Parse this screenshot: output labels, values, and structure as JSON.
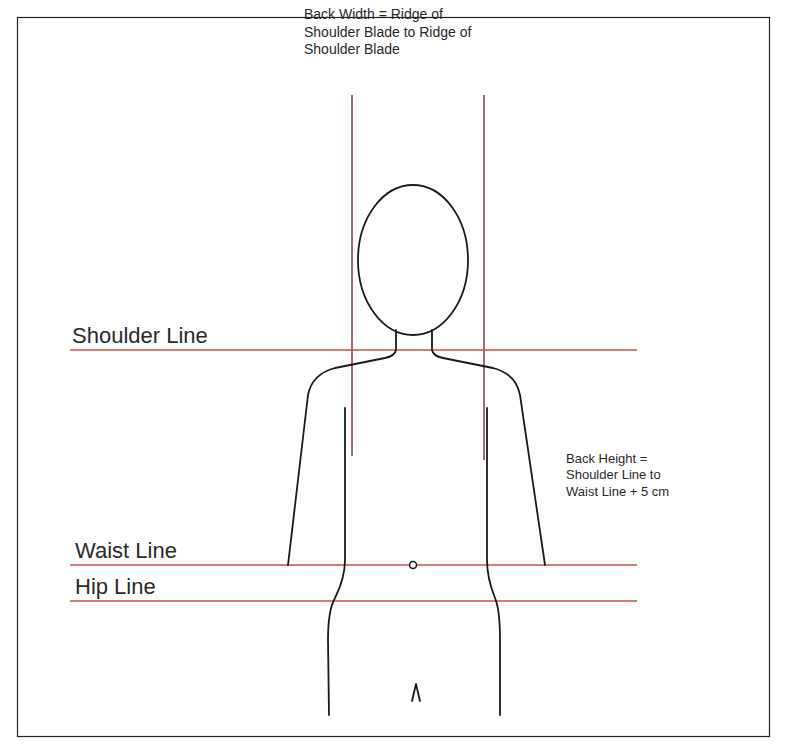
{
  "diagram": {
    "labels": [
      "Back Width = Ridge of Shoulder Blade to Ridge of Shoulder Blade",
      "Shoulder Line",
      "Back Height = Shoulder Line to Waist Line + 5 cm",
      "Waist Line",
      "Hip Line"
    ]
  }
}
